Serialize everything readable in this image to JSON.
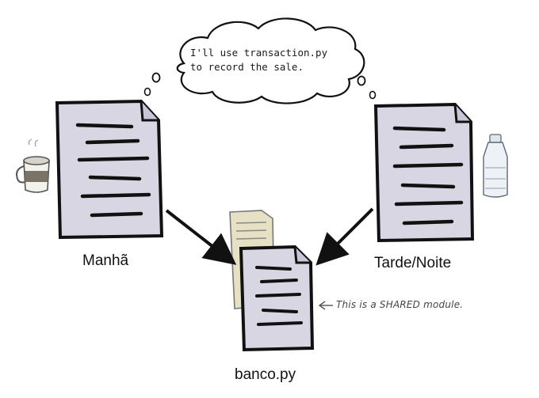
{
  "thought_bubble": {
    "line1": "I'll use transaction.py",
    "line2": "to record the sale."
  },
  "labels": {
    "left": "Manhã",
    "right": "Tarde/Noite",
    "bottom": "banco.py"
  },
  "annotation": "This is a SHARED module.",
  "colors": {
    "page_fill": "#d9d6e3",
    "ink": "#111111",
    "server_fill": "#e6e1c5"
  }
}
